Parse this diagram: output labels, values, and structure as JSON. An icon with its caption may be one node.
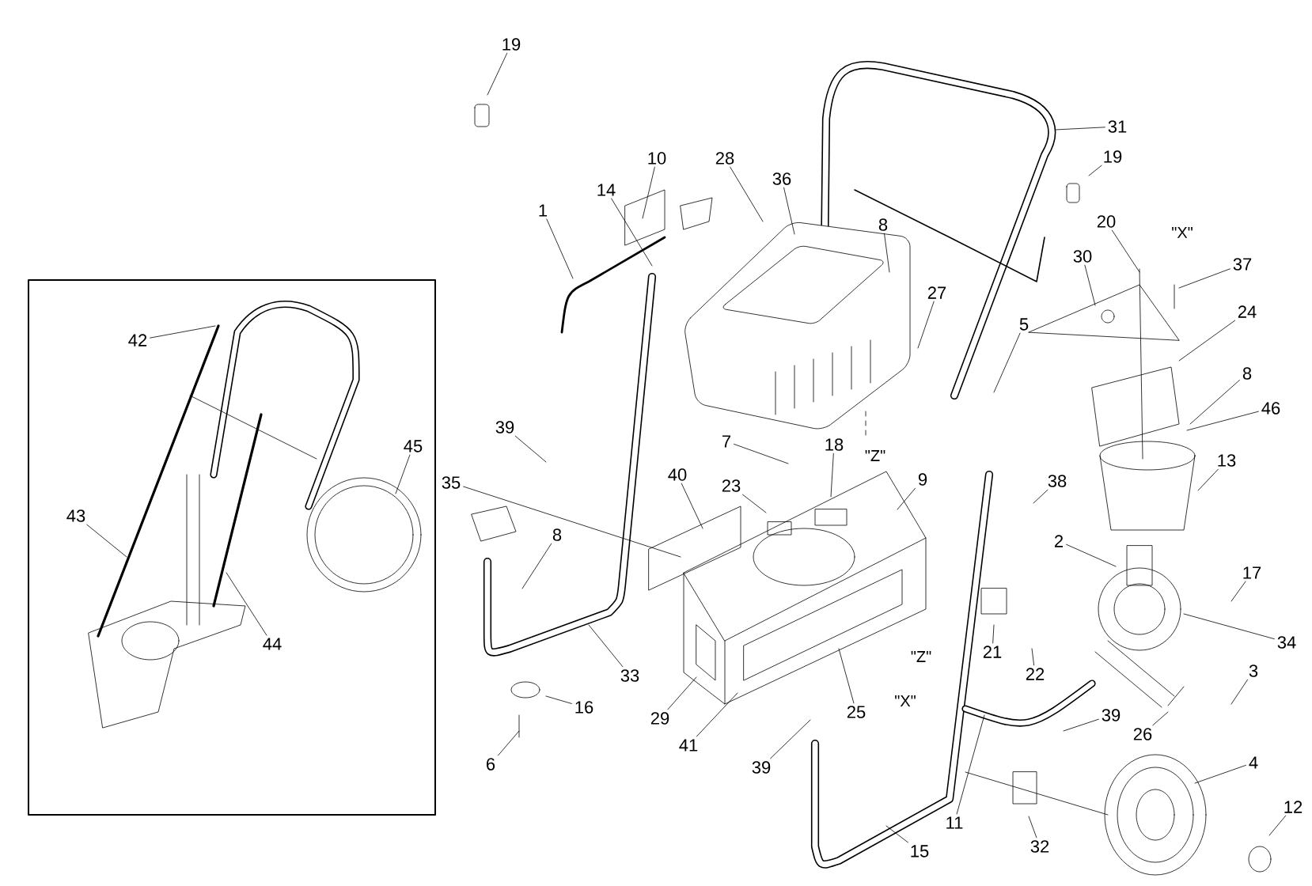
{
  "diagram": {
    "nodes": [
      {
        "text": [],
        "shape": "box"
      },
      {
        "text": [
          "19"
        ]
      },
      {
        "text": [
          "31"
        ]
      },
      {
        "text": [
          "19"
        ]
      },
      {
        "text": [
          "10"
        ]
      },
      {
        "text": [
          "28"
        ]
      },
      {
        "text": [
          "36"
        ]
      },
      {
        "text": [
          "14"
        ]
      },
      {
        "text": [
          "1"
        ]
      },
      {
        "text": [
          "20"
        ]
      },
      {
        "text": [
          "8"
        ]
      },
      {
        "text": [
          "30"
        ]
      },
      {
        "text": [
          "37"
        ]
      },
      {
        "text": [
          "27"
        ]
      },
      {
        "text": [
          "24"
        ]
      },
      {
        "text": [
          "5"
        ]
      },
      {
        "text": [
          "42"
        ],
        "in": 0
      },
      {
        "text": [
          "8"
        ]
      },
      {
        "text": [
          "46"
        ]
      },
      {
        "text": [
          "39"
        ]
      },
      {
        "text": [
          "7"
        ]
      },
      {
        "text": [
          "18"
        ]
      },
      {
        "text": [
          "45"
        ],
        "in": 0
      },
      {
        "text": [
          "13"
        ]
      },
      {
        "text": [
          "40"
        ]
      },
      {
        "text": [
          "35"
        ]
      },
      {
        "text": [
          "9"
        ]
      },
      {
        "text": [
          "38"
        ]
      },
      {
        "text": [
          "23"
        ]
      },
      {
        "text": [
          "43"
        ],
        "in": 0
      },
      {
        "text": [
          "8"
        ]
      },
      {
        "text": [
          "2"
        ]
      },
      {
        "text": [
          "17"
        ]
      },
      {
        "text": [
          "34"
        ]
      },
      {
        "text": [
          "44"
        ],
        "in": 0
      },
      {
        "text": [
          "21"
        ]
      },
      {
        "text": [
          "3"
        ]
      },
      {
        "text": [
          "22"
        ]
      },
      {
        "text": [
          "33"
        ]
      },
      {
        "text": [
          "16"
        ]
      },
      {
        "text": [
          "25"
        ]
      },
      {
        "text": [
          "29"
        ]
      },
      {
        "text": [
          "39"
        ]
      },
      {
        "text": [
          "26"
        ]
      },
      {
        "text": [
          "41"
        ]
      },
      {
        "text": [
          "6"
        ]
      },
      {
        "text": [
          "39"
        ]
      },
      {
        "text": [
          "4"
        ]
      },
      {
        "text": [
          "12"
        ]
      },
      {
        "text": [
          "11"
        ]
      },
      {
        "text": [
          "32"
        ]
      },
      {
        "text": [
          "15"
        ]
      }
    ],
    "edges": [
      {
        "from": 1,
        "to": null,
        "arrow": "none"
      },
      {
        "from": 2,
        "to": null,
        "arrow": "none"
      },
      {
        "from": 3,
        "to": null,
        "arrow": "none"
      },
      {
        "from": 4,
        "to": null,
        "arrow": "none"
      },
      {
        "from": 5,
        "to": null,
        "arrow": "none"
      },
      {
        "from": 6,
        "to": null,
        "arrow": "none"
      },
      {
        "from": 7,
        "to": null,
        "arrow": "none"
      },
      {
        "from": 8,
        "to": null,
        "arrow": "none"
      },
      {
        "from": 9,
        "to": null,
        "arrow": "none"
      },
      {
        "from": 10,
        "to": null,
        "arrow": "none"
      },
      {
        "from": 11,
        "to": null,
        "arrow": "none"
      },
      {
        "from": 12,
        "to": null,
        "arrow": "none"
      },
      {
        "from": 13,
        "to": null,
        "arrow": "none"
      },
      {
        "from": 14,
        "to": null,
        "arrow": "none"
      },
      {
        "from": 15,
        "to": null,
        "arrow": "none"
      },
      {
        "from": 16,
        "to": null,
        "arrow": "none"
      },
      {
        "from": 17,
        "to": null,
        "arrow": "none"
      },
      {
        "from": 18,
        "to": null,
        "arrow": "none"
      },
      {
        "from": 19,
        "to": null,
        "arrow": "none"
      },
      {
        "from": 20,
        "to": null,
        "arrow": "none"
      },
      {
        "from": 21,
        "to": null,
        "arrow": "none"
      },
      {
        "from": 22,
        "to": null,
        "arrow": "none"
      },
      {
        "from": 23,
        "to": null,
        "arrow": "none"
      },
      {
        "from": 24,
        "to": null,
        "arrow": "none"
      },
      {
        "from": 25,
        "to": null,
        "arrow": "none"
      },
      {
        "from": 26,
        "to": null,
        "arrow": "none"
      },
      {
        "from": 27,
        "to": null,
        "arrow": "none"
      },
      {
        "from": 28,
        "to": null,
        "arrow": "none"
      },
      {
        "from": 29,
        "to": null,
        "arrow": "none"
      },
      {
        "from": 30,
        "to": null,
        "arrow": "none"
      },
      {
        "from": 31,
        "to": null,
        "arrow": "none"
      },
      {
        "from": 32,
        "to": null,
        "arrow": "none"
      },
      {
        "from": 33,
        "to": null,
        "arrow": "none"
      },
      {
        "from": 34,
        "to": null,
        "arrow": "none"
      },
      {
        "from": 35,
        "to": null,
        "arrow": "none"
      },
      {
        "from": 36,
        "to": null,
        "arrow": "none"
      },
      {
        "from": 37,
        "to": null,
        "arrow": "none"
      },
      {
        "from": 38,
        "to": null,
        "arrow": "none"
      },
      {
        "from": 39,
        "to": null,
        "arrow": "none"
      },
      {
        "from": 40,
        "to": null,
        "arrow": "none"
      },
      {
        "from": 41,
        "to": null,
        "arrow": "none"
      },
      {
        "from": 42,
        "to": null,
        "arrow": "none"
      },
      {
        "from": 43,
        "to": null,
        "arrow": "none"
      },
      {
        "from": 44,
        "to": null,
        "arrow": "none"
      },
      {
        "from": 45,
        "to": null,
        "arrow": "none"
      },
      {
        "from": 46,
        "to": null,
        "arrow": "none"
      },
      {
        "from": 47,
        "to": null,
        "arrow": "none"
      },
      {
        "from": 48,
        "to": null,
        "arrow": "none"
      },
      {
        "from": 49,
        "to": null,
        "arrow": "none"
      },
      {
        "from": 50,
        "to": null,
        "arrow": "none"
      },
      {
        "from": 51,
        "to": null,
        "arrow": "none"
      }
    ],
    "labels": [
      "\"X\"",
      "\"Z\"",
      "\"Z\"",
      "\"X\""
    ]
  }
}
